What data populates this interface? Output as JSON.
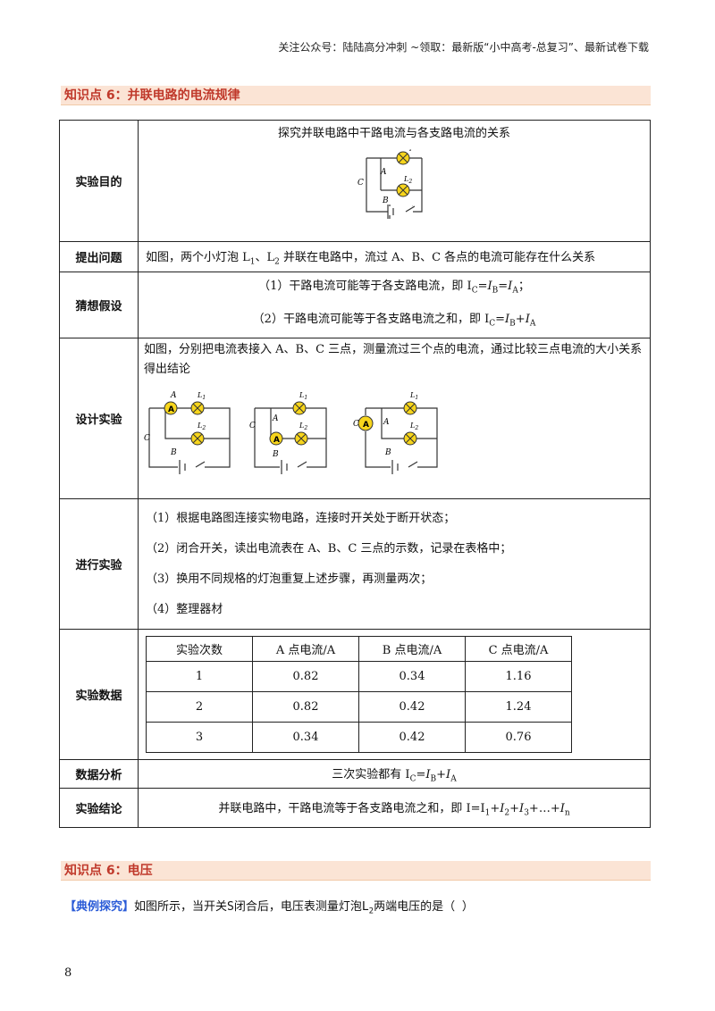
{
  "header": {
    "note": "关注公众号：陆陆高分冲刺  ~领取：最新版“小中高考-总复习”、最新试卷下载"
  },
  "section1": {
    "title": "知识点 6：并联电路的电流规律"
  },
  "rows": {
    "purpose": {
      "label": "实验目的",
      "text": "探究并联电路中干路电流与各支路电流的关系"
    },
    "question": {
      "label": "提出问题",
      "text_a": "如图，两个小灯泡 L",
      "text_b": "、L",
      "text_c": " 并联在电路中，流过 A、B、C 各点的电流可能存在什么关系"
    },
    "hypothesis": {
      "label": "猜想假设",
      "h1": "（1）干路电流可能等于各支路电流，即 I",
      "h2": "（2）干路电流可能等于各支路电流之和，即 I"
    },
    "design": {
      "label": "设计实验",
      "text": "如图，分别把电流表接入 A、B、C 三点，测量流过三个点的电流，通过比较三点电流的大小关系得出结论"
    },
    "procedure": {
      "label": "进行实验",
      "steps": [
        "（1）根据电路图连接实物电路，连接时开关处于断开状态；",
        "（2）闭合开关，读出电流表在 A、B、C 三点的示数，记录在表格中；",
        "（3）换用不同规格的灯泡重复上述步骤，再测量两次；",
        "（4）整理器材"
      ]
    },
    "data": {
      "label": "实验数据",
      "headers": [
        "实验次数",
        "A 点电流/A",
        "B 点电流/A",
        "C 点电流/A"
      ],
      "rows": [
        [
          "1",
          "0.82",
          "0.34",
          "1.16"
        ],
        [
          "2",
          "0.82",
          "0.42",
          "1.24"
        ],
        [
          "3",
          "0.34",
          "0.42",
          "0.76"
        ]
      ]
    },
    "analysis": {
      "label": "数据分析",
      "text": "三次实验都有 I"
    },
    "conclusion": {
      "label": "实验结论",
      "text": "并联电路中，干路电流等于各支路电流之和，即 I=I"
    }
  },
  "circuit_labels": {
    "L1": "L",
    "L2": "L",
    "A": "A",
    "B": "B",
    "C": "C",
    "ammeter": "A"
  },
  "section2": {
    "title": "知识点 6：电压"
  },
  "example": {
    "tag": "【典例探究】",
    "text": "如图所示，当开关S闭合后，电压表测量灯泡L",
    "sub": "2",
    "text_end": "两端电压的是（    ）"
  },
  "page_number": "8"
}
